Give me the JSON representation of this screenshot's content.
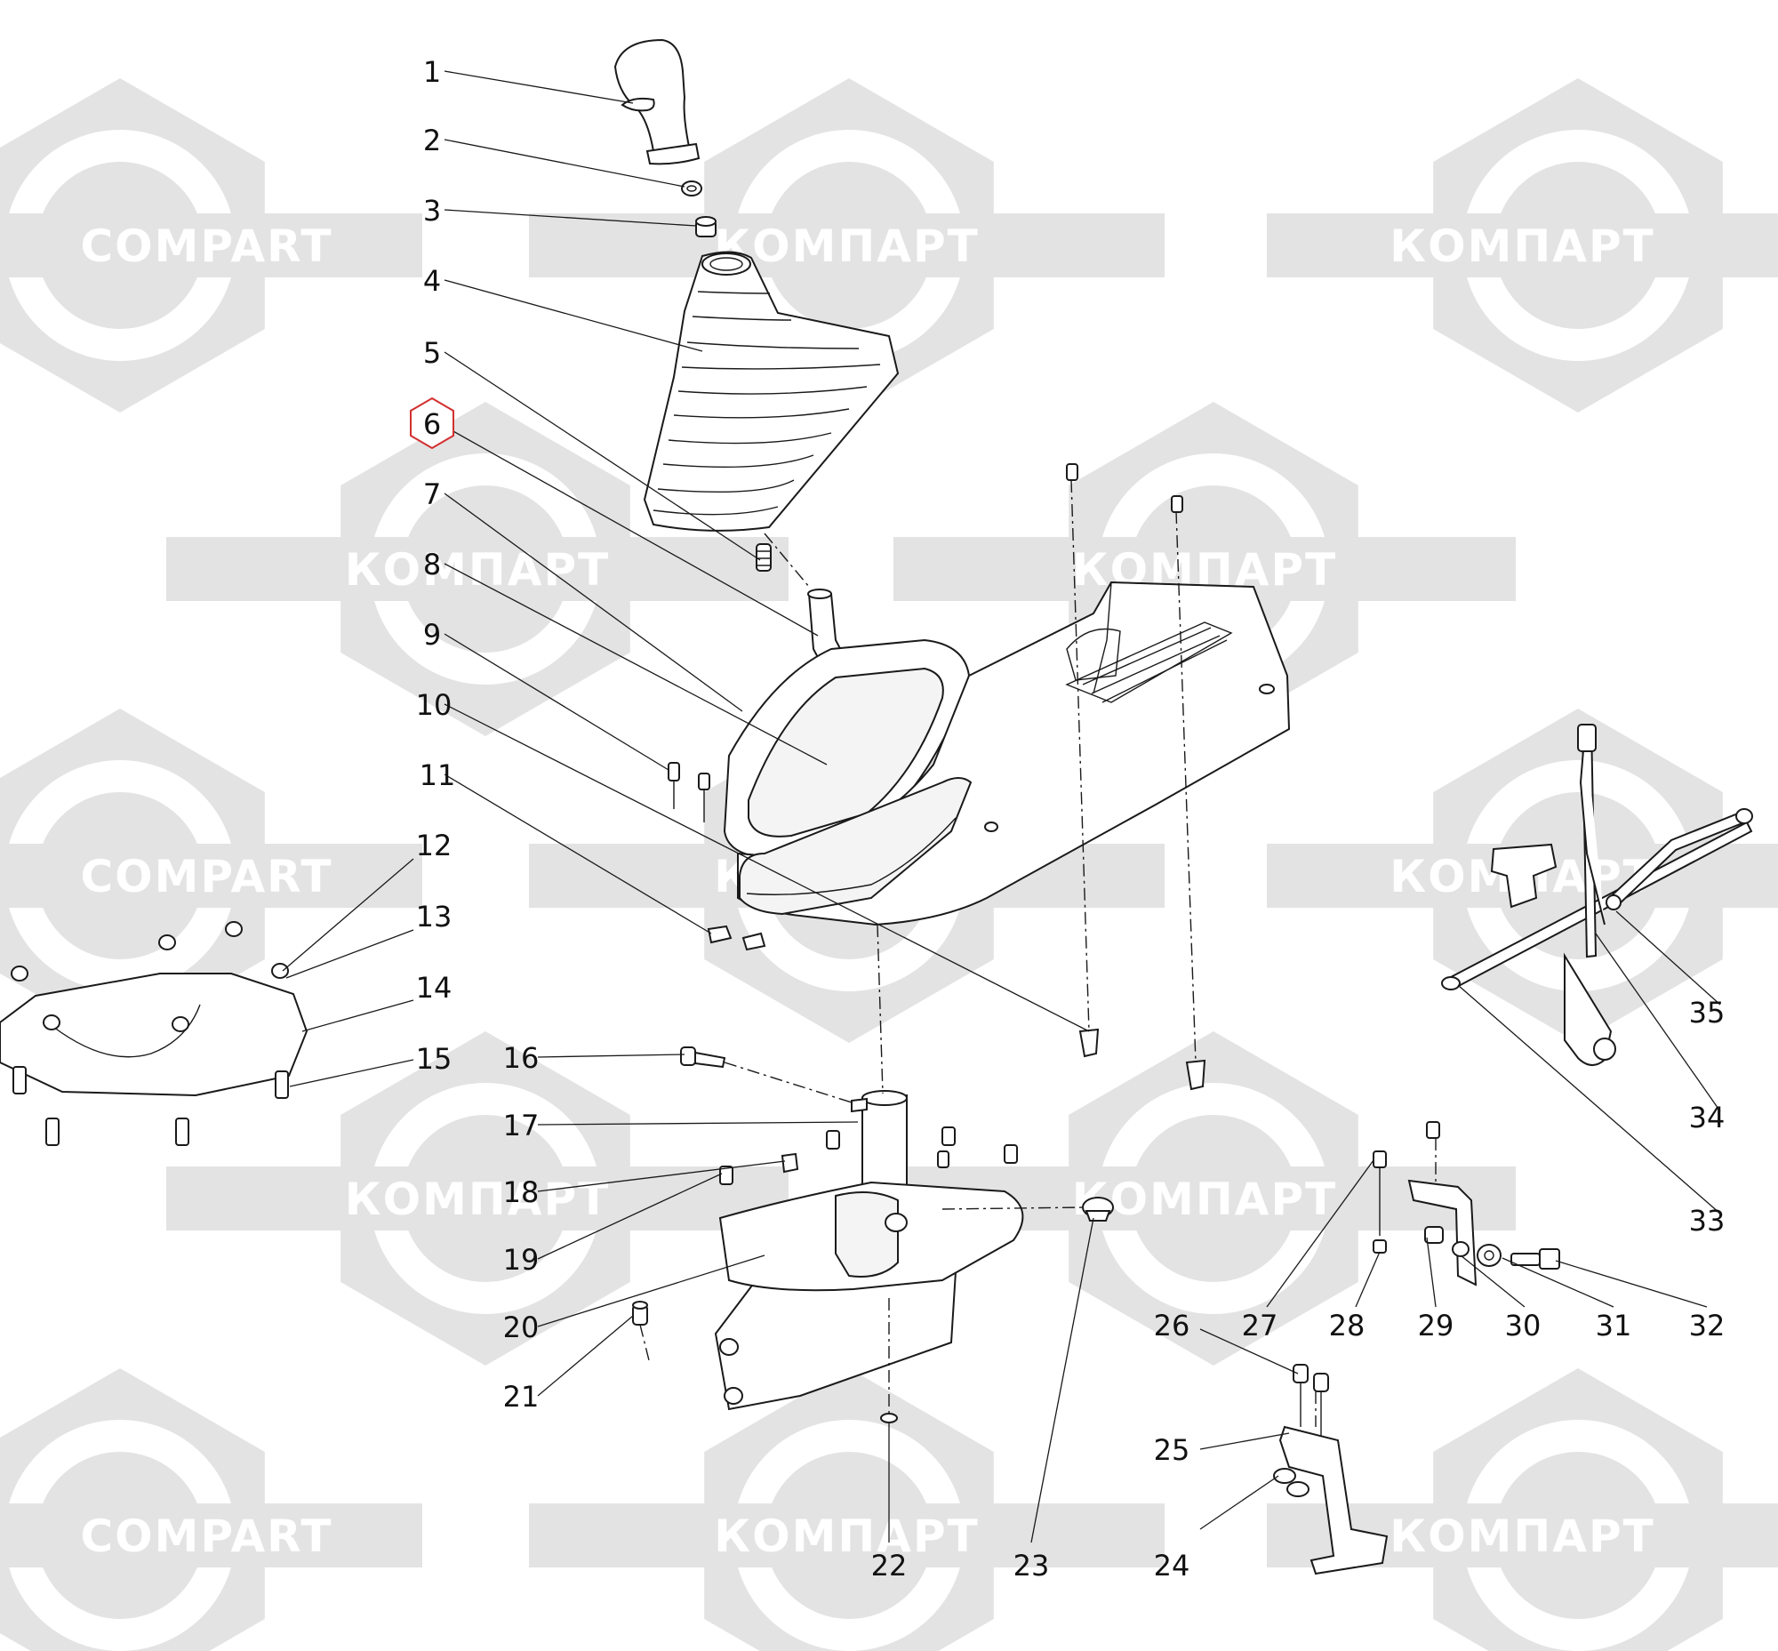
{
  "watermark": {
    "latin": "COMPART",
    "cyrillic": "КОМПАРТ",
    "color": "#e3e3e3"
  },
  "highlight_color": "#d32f2f",
  "highlighted_part": "6",
  "callouts": [
    "1",
    "2",
    "3",
    "4",
    "5",
    "6",
    "7",
    "8",
    "9",
    "10",
    "11",
    "12",
    "13",
    "14",
    "15",
    "16",
    "17",
    "18",
    "19",
    "20",
    "21",
    "22",
    "23",
    "24",
    "25",
    "26",
    "27",
    "28",
    "29",
    "30",
    "31",
    "32",
    "33",
    "34",
    "35"
  ]
}
